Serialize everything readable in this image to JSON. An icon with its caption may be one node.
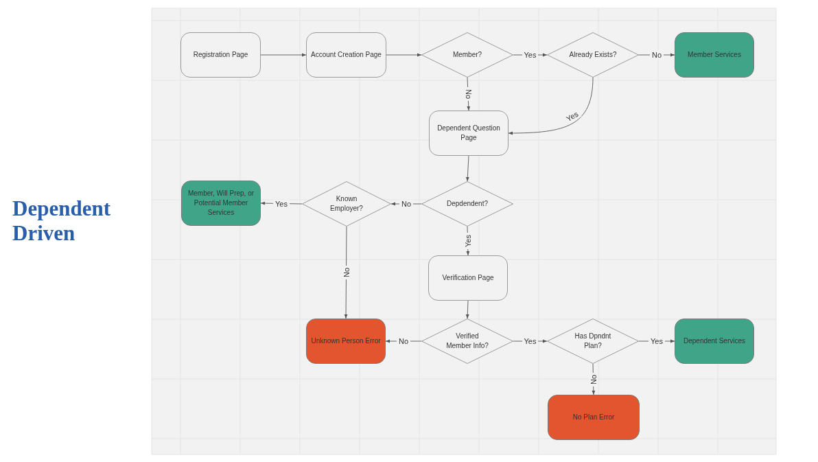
{
  "diagram": {
    "title": "Dependent Driven",
    "nodes": [
      {
        "text": [
          "Registration Page"
        ]
      },
      {
        "text": [
          "Account Creation Page"
        ]
      },
      {
        "text": [
          "Member?"
        ]
      },
      {
        "text": [
          "Already Exists?"
        ]
      },
      {
        "text": [
          "Member Services"
        ]
      },
      {
        "text": [
          "Dependent Question Page"
        ]
      },
      {
        "text": [
          "Depdendent?"
        ]
      },
      {
        "text": [
          "Known Employer?"
        ]
      },
      {
        "text": [
          "Member, Will Prep, or Potential Member Services"
        ]
      },
      {
        "text": [
          "Verification Page"
        ]
      },
      {
        "text": [
          "Verified Member Info?"
        ]
      },
      {
        "text": [
          "Unknown Person Error"
        ]
      },
      {
        "text": [
          "Has Dpndnt Plan?"
        ]
      },
      {
        "text": [
          "Dependent Services"
        ]
      },
      {
        "text": [
          "No Plan Error"
        ]
      }
    ],
    "edges": [
      {
        "from": 0,
        "to": 1,
        "arrow": "to"
      },
      {
        "from": 1,
        "to": 2,
        "arrow": "to"
      },
      {
        "from": 2,
        "to": 3,
        "label": "Yes",
        "arrow": "to"
      },
      {
        "from": 3,
        "to": 4,
        "label": "No",
        "arrow": "to"
      },
      {
        "from": 2,
        "to": 5,
        "label": "No",
        "arrow": "to"
      },
      {
        "from": 3,
        "to": 5,
        "label": "Yes",
        "arrow": "to"
      },
      {
        "from": 5,
        "to": 6,
        "arrow": "to"
      },
      {
        "from": 6,
        "to": 7,
        "label": "No",
        "arrow": "to"
      },
      {
        "from": 7,
        "to": 8,
        "label": "Yes",
        "arrow": "to"
      },
      {
        "from": 7,
        "to": 11,
        "label": "No",
        "arrow": "to"
      },
      {
        "from": 6,
        "to": 9,
        "label": "Yes",
        "arrow": "to"
      },
      {
        "from": 9,
        "to": 10,
        "arrow": "to"
      },
      {
        "from": 10,
        "to": 11,
        "label": "No",
        "arrow": "to"
      },
      {
        "from": 10,
        "to": 12,
        "label": "Yes",
        "arrow": "to"
      },
      {
        "from": 12,
        "to": 13,
        "label": "Yes",
        "arrow": "to"
      },
      {
        "from": 12,
        "to": 14,
        "label": "No",
        "arrow": "to"
      }
    ]
  }
}
